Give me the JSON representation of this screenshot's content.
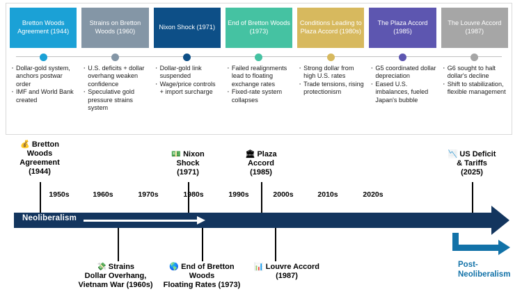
{
  "panel": {
    "cards": [
      {
        "title": "Bretton Woods Agreement (1944)",
        "color": "#1ba1d6",
        "bullets": [
          "Dollar-gold system, anchors postwar order",
          "IMF and World Bank created"
        ]
      },
      {
        "title": "Strains on Bretton Woods (1960)",
        "color": "#8496a6",
        "bullets": [
          "U.S. deficits + dollar overhang weaken confidence",
          "Speculative gold pressure strains system"
        ]
      },
      {
        "title": "Nixon Shock (1971)",
        "color": "#0d4f87",
        "bullets": [
          "Dollar-gold link suspended",
          "Wage/price controls + import surcharge"
        ]
      },
      {
        "title": "End of Bretton Woods (1973)",
        "color": "#45c2a2",
        "bullets": [
          "Failed realignments lead to floating exchange rates",
          "Fixed-rate system collapses"
        ]
      },
      {
        "title": "Conditions Leading to Plaza Accord (1980s)",
        "color": "#d7b95e",
        "bullets": [
          "Strong dollar from high U.S. rates",
          "Trade tensions, rising protectionism"
        ]
      },
      {
        "title": "The Plaza Accord (1985)",
        "color": "#5d56b0",
        "bullets": [
          "G5 coordinated dollar depreciation",
          "Eased U.S. imbalances, fueled Japan's bubble"
        ]
      },
      {
        "title": "The Louvre Accord (1987)",
        "color": "#a6a6a6",
        "bullets": [
          "G6 sought to halt dollar's decline",
          "Shift to stabilization, flexible management"
        ]
      }
    ]
  },
  "timeline": {
    "bar_label": "Neoliberalism",
    "branch_label": "Post-Neoliberalism",
    "decades": [
      "1950s",
      "1960s",
      "1970s",
      "1980s",
      "1990s",
      "2000s",
      "2010s",
      "2020s"
    ],
    "markers_above": [
      {
        "emoji": "💰",
        "lines": [
          "Bretton",
          "Woods",
          "Agreement",
          "(1944)"
        ]
      },
      {
        "emoji": "💵",
        "lines": [
          "Nixon",
          "Shock",
          "(1971)"
        ]
      },
      {
        "emoji": "🏛",
        "lines": [
          "Plaza",
          "Accord",
          "(1985)"
        ]
      },
      {
        "emoji": "📉",
        "lines": [
          "US Deficit",
          "& Tariffs",
          "(2025)"
        ]
      }
    ],
    "markers_below": [
      {
        "emoji": "💸",
        "lines": [
          "Strains",
          "Dollar Overhang,",
          "Vietnam War (1960s)"
        ]
      },
      {
        "emoji": "🌎",
        "lines": [
          "End of Bretton",
          "Woods",
          "Floating Rates (1973)"
        ]
      },
      {
        "emoji": "📊",
        "lines": [
          "Louvre Accord",
          "(1987)"
        ]
      }
    ]
  },
  "colors": {
    "bar": "#13355e",
    "branch": "#1272a8",
    "panel_border": "#d9d9d9"
  }
}
